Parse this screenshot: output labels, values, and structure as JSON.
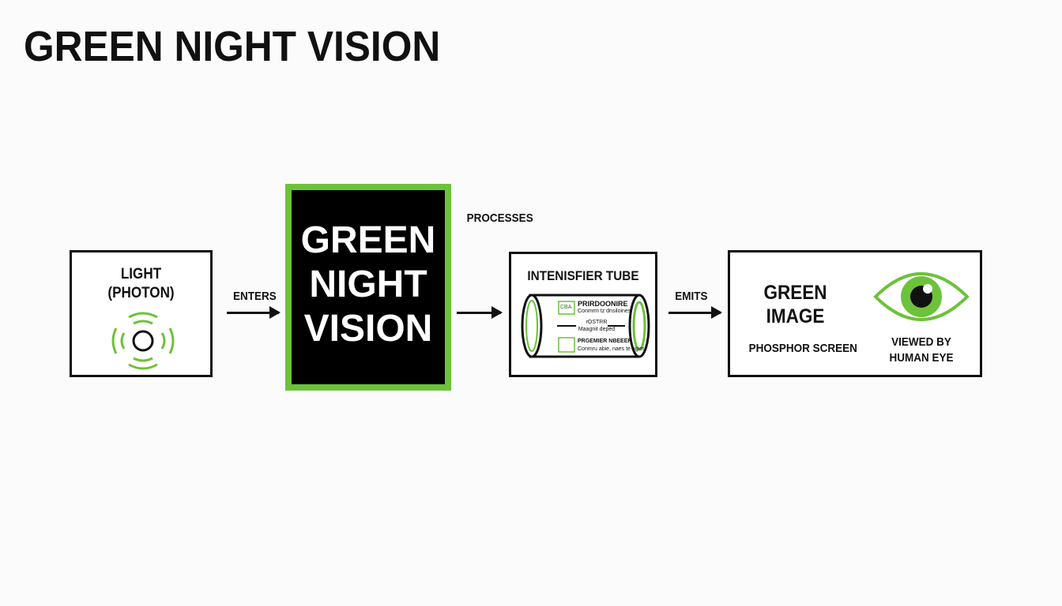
{
  "title": "GREEN NIGHT VISION",
  "colors": {
    "accent": "#6cc23a",
    "dark": "#111111"
  },
  "light_box": {
    "line1": "LIGHT",
    "line2": "(PHOTON)",
    "icon": "photon-waves-icon"
  },
  "arrow1": "ENTERS",
  "center_box": {
    "line1": "GREEN",
    "line2": "NIGHT",
    "line3": "VISION"
  },
  "arrow2": "PROCESSES",
  "tube_box": {
    "title": "INTENISFIER TUBE",
    "badge": "CBA",
    "row1_title": "PRIRDOONIRE",
    "row1_sub": "Conmrm tz dnsiloines",
    "row2_title": "rOSTRR",
    "row2_sub": "Maagnit deped",
    "row3_title": "PRGEMIER NBEEER",
    "row3_sub": "Conmru abie, naes te agiet"
  },
  "arrow3": "EMITS",
  "output_box": {
    "line1": "GREEN",
    "line2": "IMAGE",
    "sub": "PHOSPHOR SCREEN",
    "eye_line1": "VIEWED BY",
    "eye_line2": "HUMAN EYE",
    "icon": "eye-icon"
  }
}
